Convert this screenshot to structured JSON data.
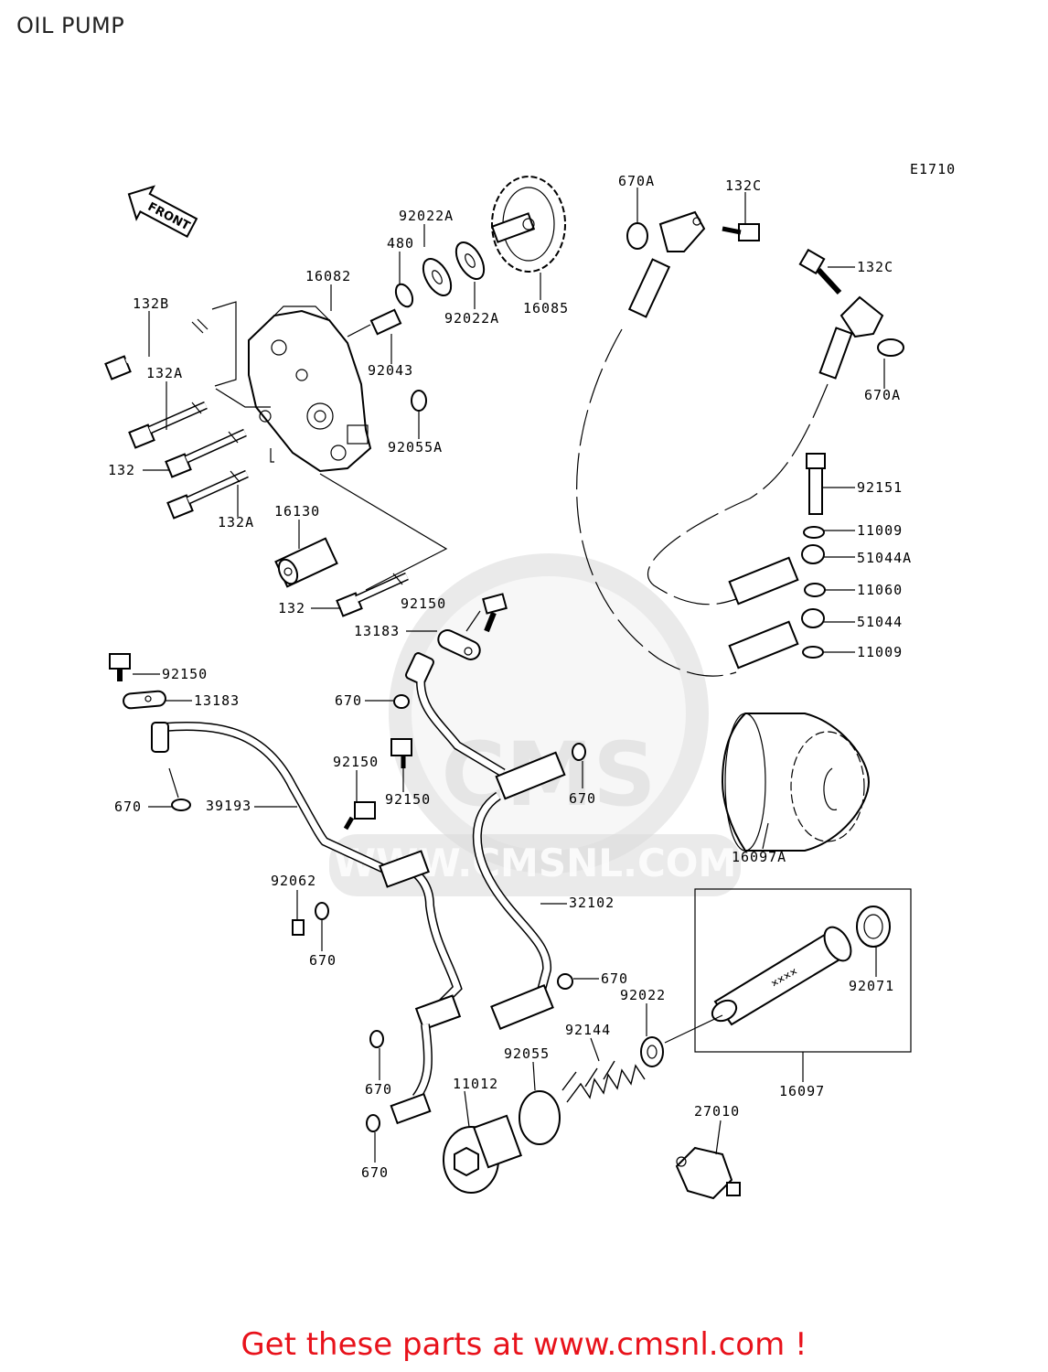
{
  "title": "OIL PUMP",
  "diagram_code": "E1710",
  "front_label": "FRONT",
  "watermark_text": "WWW.CMSNL.COM",
  "watermark_logo_text": "CMS",
  "footer": "Get these parts at www.cmsnl.com !",
  "colors": {
    "footer": "#e8121b",
    "lines": "#000000",
    "watermark": "#d8d8d8"
  },
  "labels": {
    "p132B": "132B",
    "p132A_top": "132A",
    "p132_mid": "132",
    "p132A_bot": "132A",
    "p16082": "16082",
    "p480": "480",
    "p92022A_top": "92022A",
    "p92022A_bot": "92022A",
    "p16085": "16085",
    "p92043": "92043",
    "p92055A": "92055A",
    "p670A_top": "670A",
    "p132C_top": "132C",
    "p132C_right": "132C",
    "p670A_right": "670A",
    "p92151": "92151",
    "p11009_top": "11009",
    "p51044A": "51044A",
    "p11060": "11060",
    "p51044": "51044",
    "p11009_bot": "11009",
    "p16130": "16130",
    "p132_low": "132",
    "p92150_a": "92150",
    "p13183_a": "13183",
    "p92150_b": "92150",
    "p13183_b": "13183",
    "p670_a": "670",
    "p92150_c": "92150",
    "p92150_d": "92150",
    "p670_b": "670",
    "p670_c": "670",
    "p39193": "39193",
    "p16097A": "16097A",
    "p92062": "92062",
    "p670_d": "670",
    "p32102": "32102",
    "p670_e": "670",
    "p92022": "92022",
    "p92071": "92071",
    "p92144": "92144",
    "p92055": "92055",
    "p670_f": "670",
    "p11012": "11012",
    "p16097": "16097",
    "p27010": "27010",
    "p670_g": "670"
  }
}
